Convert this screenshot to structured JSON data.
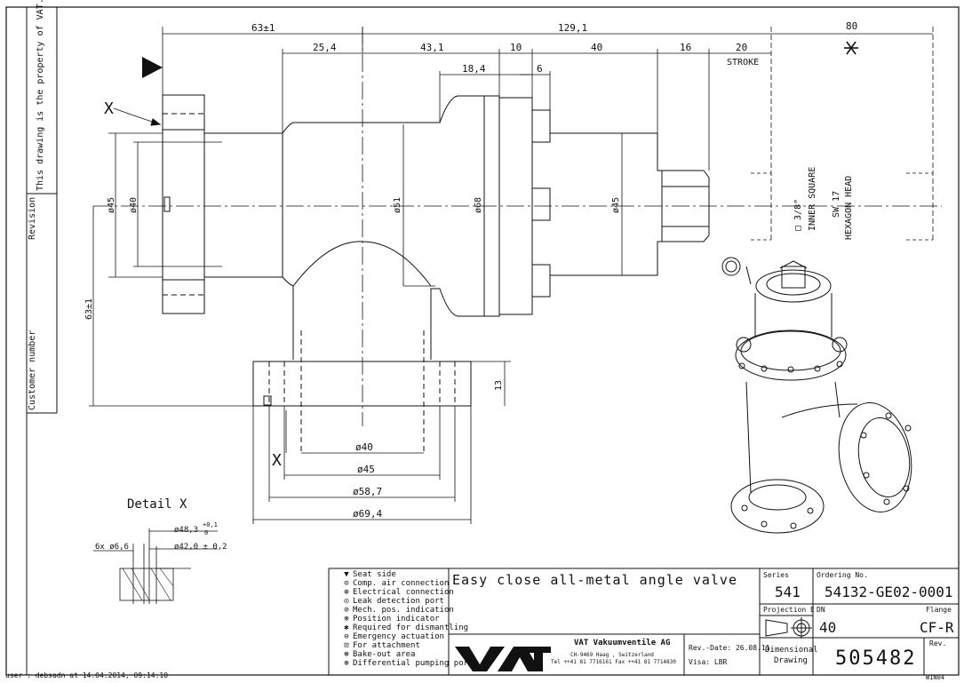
{
  "sidebar": {
    "property_note": "This drawing is the property of VAT.",
    "revision_label": "Revision",
    "customer_label": "Customer number"
  },
  "footer_user": "user : debsadn at 14.04.2014, 09:14:10",
  "corner_code": "WIN04",
  "dimensions": {
    "top_63": "63±1",
    "top_129": "129,1",
    "top_80": "80",
    "d25": "25,4",
    "d43": "43,1",
    "d10": "10",
    "d40": "40",
    "d16": "16",
    "d20": "20",
    "stroke": "STROKE",
    "d18": "18,4",
    "d6": "6",
    "dia45_left": "ø45",
    "dia40_left": "ø40",
    "dia51": "ø51",
    "dia68": "ø68",
    "dia45_right": "ø45",
    "left_63": "63±1",
    "d13": "13",
    "b40": "ø40",
    "b45": "ø45",
    "b58": "ø58,7",
    "b69": "ø69,4",
    "inner_square": "□ 3/8\"",
    "inner_square_txt": "INNER SQUARE",
    "sw17": "SW 17",
    "hex_head": "HEXAGON HEAD",
    "x_mark_top": "X",
    "x_mark_bottom": "X"
  },
  "detail": {
    "title": "Detail X",
    "d48": "ø48,3",
    "d48_tol_up": "+0,1",
    "d48_tol_dn": "0",
    "d42": "ø42,0 ± 0,2",
    "holes": "6x ø6,6"
  },
  "legend": [
    {
      "icon": "seat-side-icon",
      "sym": "▼",
      "text": "Seat side"
    },
    {
      "icon": "comp-air-icon",
      "sym": "⊙",
      "text": "Comp. air connection"
    },
    {
      "icon": "electrical-icon",
      "sym": "⊕",
      "text": "Electrical connection"
    },
    {
      "icon": "leak-port-icon",
      "sym": "◎",
      "text": "Leak detection port"
    },
    {
      "icon": "mech-pos-icon",
      "sym": "⊘",
      "text": "Mech. pos. indication"
    },
    {
      "icon": "position-indicator-icon",
      "sym": "⊗",
      "text": "Position indicator"
    },
    {
      "icon": "asterisk-icon",
      "sym": "✱",
      "text": "Required for dismantling"
    },
    {
      "icon": "emergency-icon",
      "sym": "⊖",
      "text": "Emergency actuation"
    },
    {
      "icon": "attachment-icon",
      "sym": "⊡",
      "text": "For attachment"
    },
    {
      "icon": "bakeout-icon",
      "sym": "⊛",
      "text": "Bake-out area"
    },
    {
      "icon": "pumping-port-icon",
      "sym": "⊚",
      "text": "Differential pumping port"
    }
  ],
  "title_block": {
    "title": "Easy close all-metal angle valve",
    "series_label": "Series",
    "series_value": "541",
    "ordering_label": "Ordering No.",
    "ordering_value": "54132-GE02-0001",
    "projection_label": "Projection E",
    "dn_label": "DN",
    "dn_value": "40",
    "flange_label": "Flange",
    "flange_value": "CF-R",
    "logo": "VAT",
    "company_name": "VAT Vakuumventile AG",
    "company_addr": "CH-9469 Haag , Switzerland",
    "company_phone": "Tel ++41 81 7716161 Fax ++41 81 7714830",
    "rev_date": "Rev.-Date: 26.08.11",
    "visa": "Visa: LBR",
    "doc_type_1": "Dimensional",
    "doc_type_2": "Drawing",
    "drawing_number": "505482",
    "rev_label": "Rev."
  }
}
